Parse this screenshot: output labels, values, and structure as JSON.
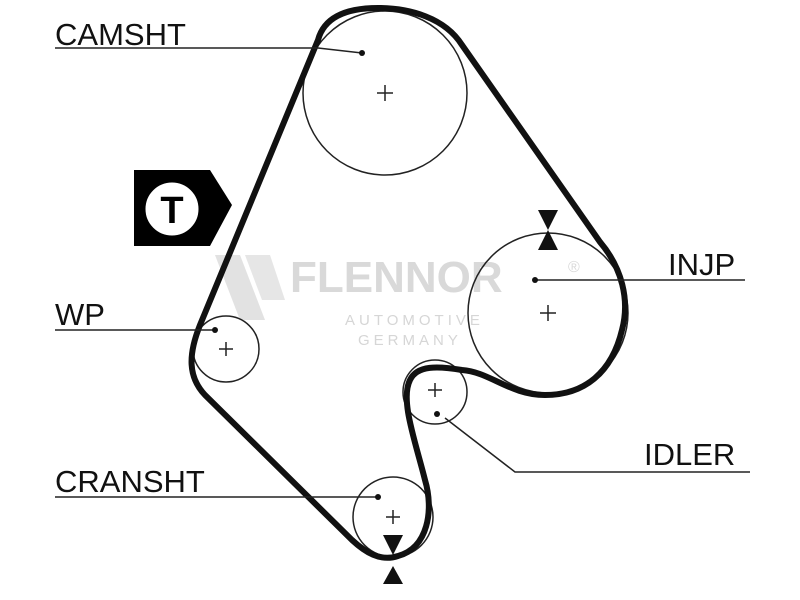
{
  "labels": {
    "camshaft": "CAMSHT",
    "injection_pump": "INJP",
    "water_pump": "WP",
    "idler": "IDLER",
    "crankshaft": "CRANSHT"
  },
  "tensioner_symbol": "T",
  "watermark": {
    "brand": "FLENNOR",
    "line1": "AUTOMOTIVE",
    "line2": "GERMANY",
    "registered": "®"
  },
  "colors": {
    "belt": "#111111",
    "lines": "#222222",
    "watermark": "#d9d9d9"
  }
}
